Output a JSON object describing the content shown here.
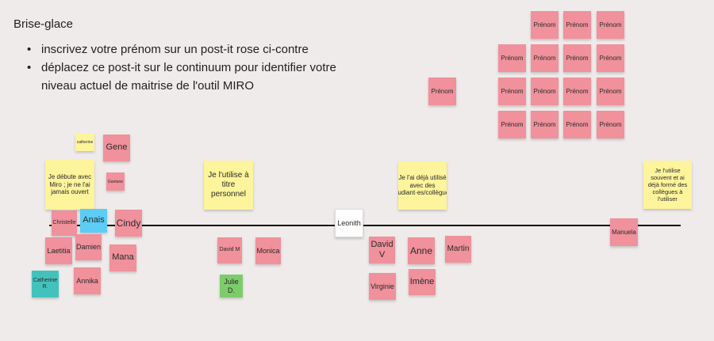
{
  "board": {
    "title": "Brise-glace",
    "instructions": [
      "inscrivez votre prénom sur un post-it rose ci-contre",
      "déplacez ce post-it sur le continuum pour identifier votre niveau actuel de maitrise de l'outil MIRO"
    ]
  },
  "colors": {
    "pink": "#f0919c",
    "yellow": "#fdf49b",
    "blue": "#5bcdf7",
    "teal": "#43c2bd",
    "green": "#7ccc6a",
    "white": "#ffffff",
    "line": "#111111"
  },
  "notes": [
    {
      "id": "p1",
      "color": "pink",
      "text": "Prénom"
    },
    {
      "id": "p2",
      "color": "pink",
      "text": "Prénom"
    },
    {
      "id": "p3",
      "color": "pink",
      "text": "Prénom"
    },
    {
      "id": "p4",
      "color": "pink",
      "text": "Prénom"
    },
    {
      "id": "p5",
      "color": "pink",
      "text": "Prénom"
    },
    {
      "id": "p6",
      "color": "pink",
      "text": "Prénom"
    },
    {
      "id": "p7",
      "color": "pink",
      "text": "Prénom"
    },
    {
      "id": "p8",
      "color": "pink",
      "text": "Prénom"
    },
    {
      "id": "p9",
      "color": "pink",
      "text": "Prénom"
    },
    {
      "id": "p10",
      "color": "pink",
      "text": "Prénom"
    },
    {
      "id": "p11",
      "color": "pink",
      "text": "Prénom"
    },
    {
      "id": "p12",
      "color": "pink",
      "text": "Prénom"
    },
    {
      "id": "p13",
      "color": "pink",
      "text": "Prénom"
    },
    {
      "id": "p14",
      "color": "pink",
      "text": "Prénom"
    },
    {
      "id": "p15",
      "color": "pink",
      "text": "Prénom"
    },
    {
      "id": "p16",
      "color": "pink",
      "text": "Prénom"
    },
    {
      "id": "level1",
      "color": "yellow",
      "text": "Je débute avec Miro ; je ne l'ai jamais ouvert"
    },
    {
      "id": "level2",
      "color": "yellow",
      "text": "Je l'utilise à titre personnel"
    },
    {
      "id": "level3",
      "color": "yellow",
      "text": "Je l'ai déjà utilisé avec des étudiant·es/collègues"
    },
    {
      "id": "level4",
      "color": "yellow",
      "text": "Je l'utilise souvent et ai déjà formé des collègues à l'utiliser"
    },
    {
      "id": "catherine-small",
      "color": "yellow",
      "text": "catherine"
    },
    {
      "id": "gene",
      "color": "pink",
      "text": "Gene"
    },
    {
      "id": "gaetane",
      "color": "pink",
      "text": "Gaetane"
    },
    {
      "id": "christelle",
      "color": "pink",
      "text": "Christelle"
    },
    {
      "id": "anais",
      "color": "blue",
      "text": "Anais"
    },
    {
      "id": "cindy",
      "color": "pink",
      "text": "Cindy"
    },
    {
      "id": "laetitia",
      "color": "pink",
      "text": "Laetitia"
    },
    {
      "id": "damien",
      "color": "pink",
      "text": "Damien"
    },
    {
      "id": "mana",
      "color": "pink",
      "text": "Mana"
    },
    {
      "id": "catherine-r",
      "color": "teal",
      "text": "Catherine R."
    },
    {
      "id": "annika",
      "color": "pink",
      "text": "Annika"
    },
    {
      "id": "david-m",
      "color": "pink",
      "text": "David M"
    },
    {
      "id": "monica",
      "color": "pink",
      "text": "Monica"
    },
    {
      "id": "julie",
      "color": "green",
      "text": "Julie D."
    },
    {
      "id": "leonith",
      "color": "white",
      "text": "Leonith"
    },
    {
      "id": "david-v",
      "color": "pink",
      "text": "David V"
    },
    {
      "id": "anne",
      "color": "pink",
      "text": "Anne"
    },
    {
      "id": "martin",
      "color": "pink",
      "text": "Martin"
    },
    {
      "id": "virginie",
      "color": "pink",
      "text": "Virginie"
    },
    {
      "id": "imene",
      "color": "pink",
      "text": "Imène"
    },
    {
      "id": "manuela",
      "color": "pink",
      "text": "Manuela"
    }
  ]
}
